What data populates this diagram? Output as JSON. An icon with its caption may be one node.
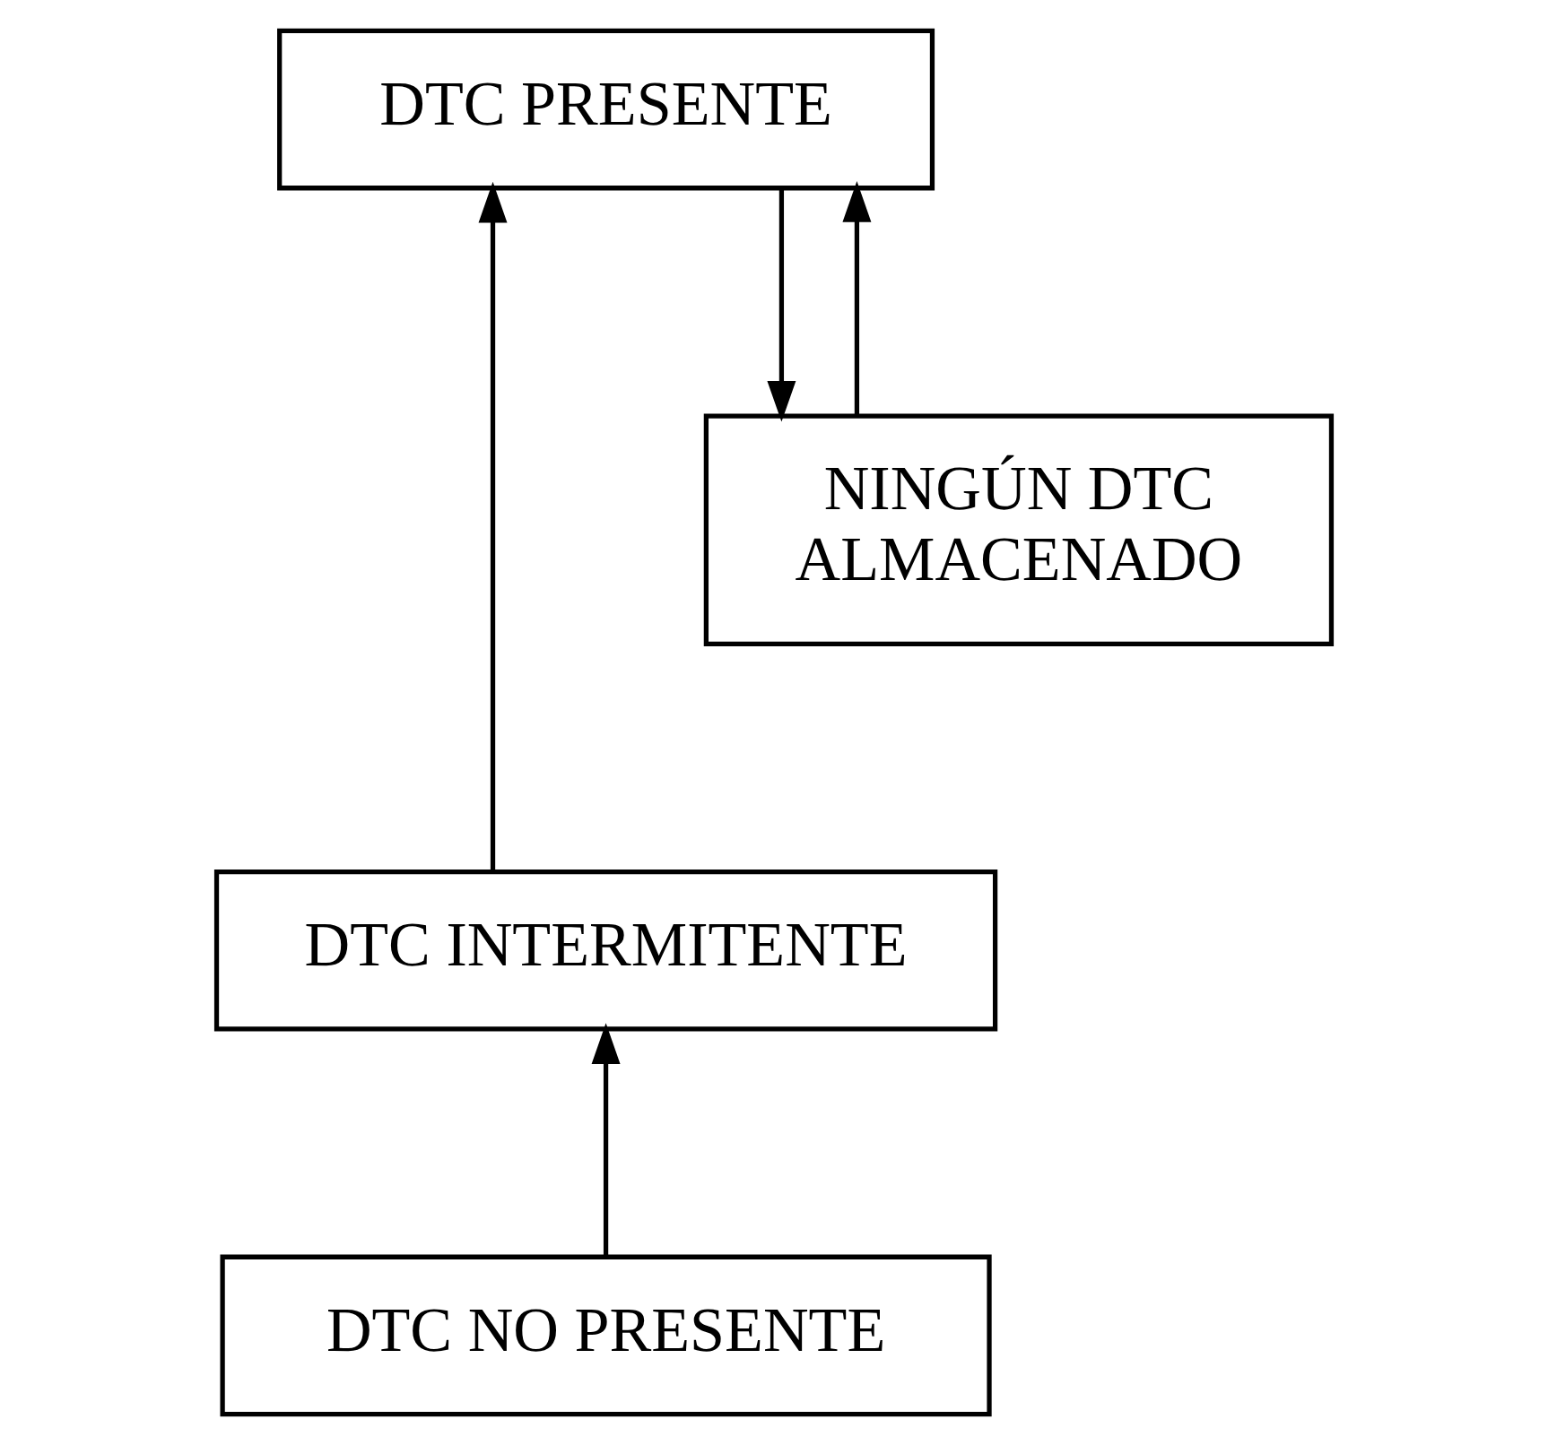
{
  "diagram": {
    "nodes": [
      {
        "text": [
          "DTC PRESENTE"
        ]
      },
      {
        "text": [
          "NINGÚN DTC ALMACENADO"
        ]
      },
      {
        "text": [
          "DTC INTERMITENTE"
        ]
      },
      {
        "text": [
          "DTC NO PRESENTE"
        ]
      }
    ],
    "edges": [
      {
        "from": 2,
        "to": 0,
        "arrow": "to"
      },
      {
        "from": 0,
        "to": 1,
        "arrow": "to"
      },
      {
        "from": 1,
        "to": 0,
        "arrow": "to"
      },
      {
        "from": 3,
        "to": 2,
        "arrow": "to"
      }
    ]
  }
}
